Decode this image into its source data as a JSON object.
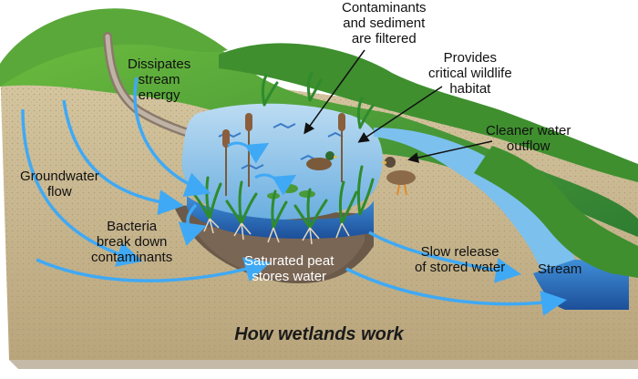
{
  "caption": "How wetlands work",
  "labels": {
    "dissipates": [
      "Dissipates",
      "stream",
      "energy"
    ],
    "contaminants": [
      "Contaminants",
      "and sediment",
      "are filtered"
    ],
    "habitat": [
      "Provides",
      "critical wildlife",
      "habitat"
    ],
    "cleaner": [
      "Cleaner water",
      "outflow"
    ],
    "groundwater": [
      "Groundwater",
      "flow"
    ],
    "bacteria": [
      "Bacteria",
      "break down",
      "contaminants"
    ],
    "peat": [
      "Saturated peat",
      "stores water"
    ],
    "slow_release": [
      "Slow release",
      "of stored water"
    ],
    "stream": [
      "Stream"
    ]
  },
  "colors": {
    "soil": "#d8c9a6",
    "soil_dark": "#a88f62",
    "grass": "#4a9a3a",
    "grass_light": "#8cc63f",
    "water": "#5aa9e6",
    "water_dark": "#2b6cb0",
    "peat": "#6b5a4a",
    "arrow": "#3fa9f5"
  }
}
